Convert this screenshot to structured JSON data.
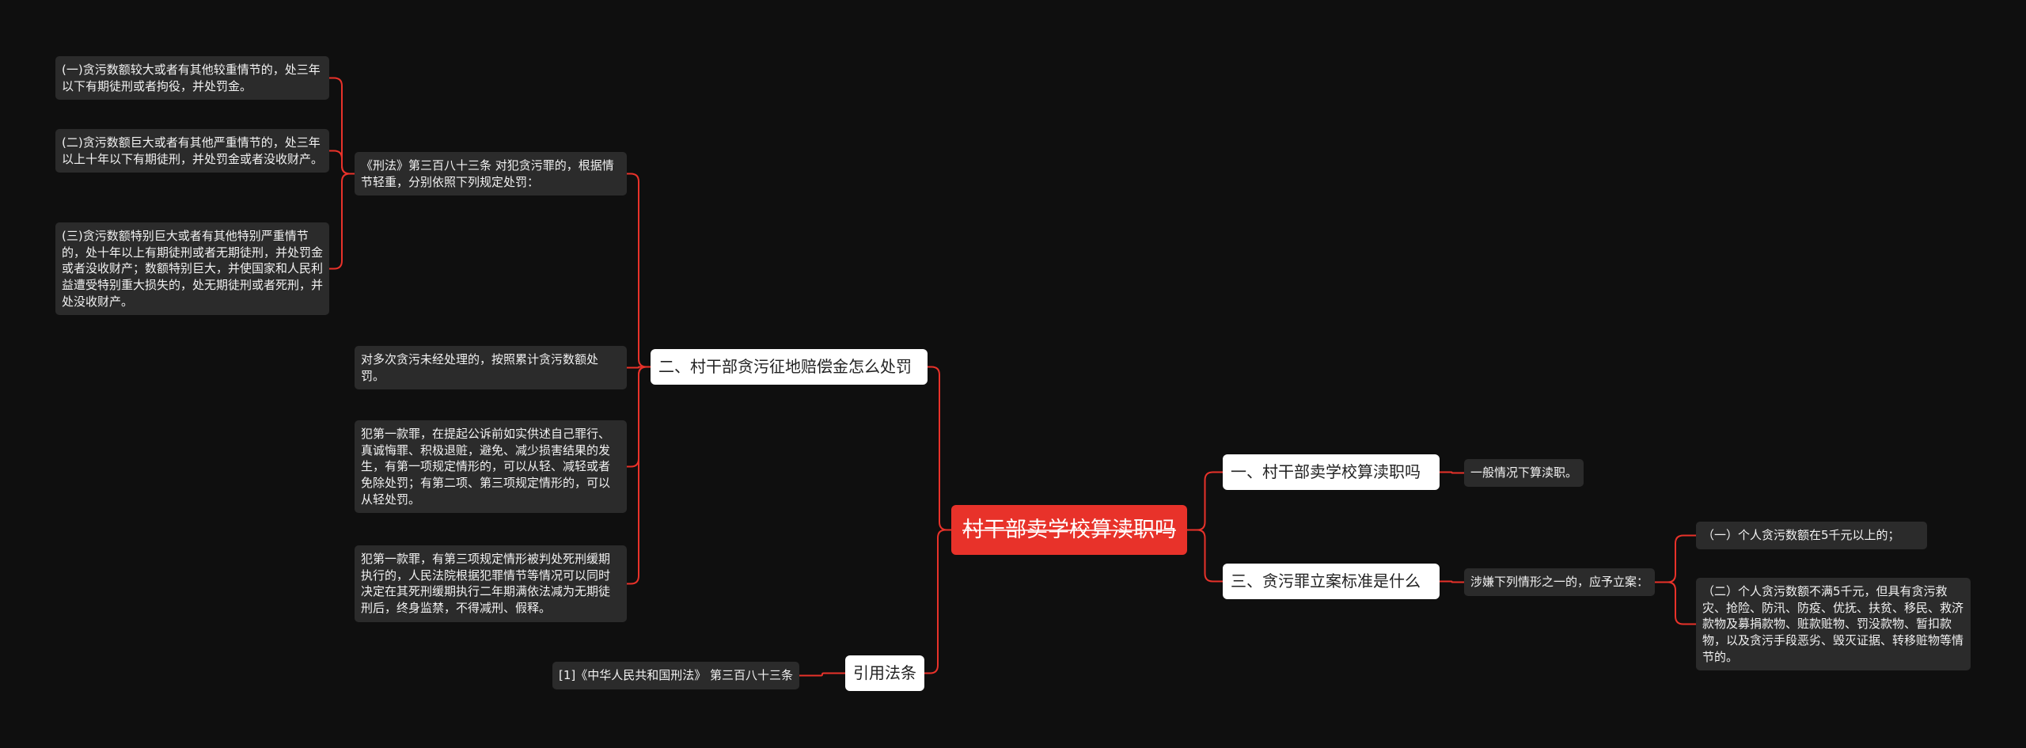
{
  "mindmap": {
    "root": "村干部卖学校算渎职吗",
    "branch1": {
      "title": "一、村干部卖学校算渎职吗",
      "children": [
        "一般情况下算渎职。"
      ]
    },
    "branch2": {
      "title": "二、村干部贪污征地赔偿金怎么处罚",
      "child1": {
        "text": "《刑法》第三百八十三条 对犯贪污罪的，根据情节轻重，分别依照下列规定处罚：",
        "children": [
          "(一)贪污数额较大或者有其他较重情节的，处三年以下有期徒刑或者拘役，并处罚金。",
          "(二)贪污数额巨大或者有其他严重情节的，处三年以上十年以下有期徒刑，并处罚金或者没收财产。",
          "(三)贪污数额特别巨大或者有其他特别严重情节的，处十年以上有期徒刑或者无期徒刑，并处罚金或者没收财产；数额特别巨大，并使国家和人民利益遭受特别重大损失的，处无期徒刑或者死刑，并处没收财产。"
        ]
      },
      "child2": "对多次贪污未经处理的，按照累计贪污数额处罚。",
      "child3": "犯第一款罪，在提起公诉前如实供述自己罪行、真诚悔罪、积极退赃，避免、减少损害结果的发生，有第一项规定情形的，可以从轻、减轻或者免除处罚；有第二项、第三项规定情形的，可以从轻处罚。",
      "child4": "犯第一款罪，有第三项规定情形被判处死刑缓期执行的，人民法院根据犯罪情节等情况可以同时决定在其死刑缓期执行二年期满依法减为无期徒刑后，终身监禁，不得减刑、假释。"
    },
    "branch3": {
      "title": "三、贪污罪立案标准是什么",
      "child": "涉嫌下列情形之一的，应予立案：",
      "children": [
        "（一）个人贪污数额在5千元以上的；",
        "（二）个人贪污数额不满5千元，但具有贪污救灾、抢险、防汛、防疫、优抚、扶贫、移民、救济款物及募捐款物、赃款赃物、罚没款物、暂扣款物，以及贪污手段恶劣、毁灭证据、转移赃物等情节的。"
      ]
    },
    "branch4": {
      "title": "引用法条",
      "children": [
        "[1]《中华人民共和国刑法》 第三百八十三条"
      ]
    }
  },
  "colors": {
    "background": "#0f0f0f",
    "accent": "#e8322a",
    "branch_box": "#ffffff",
    "leaf_box": "#2b2b2b"
  }
}
